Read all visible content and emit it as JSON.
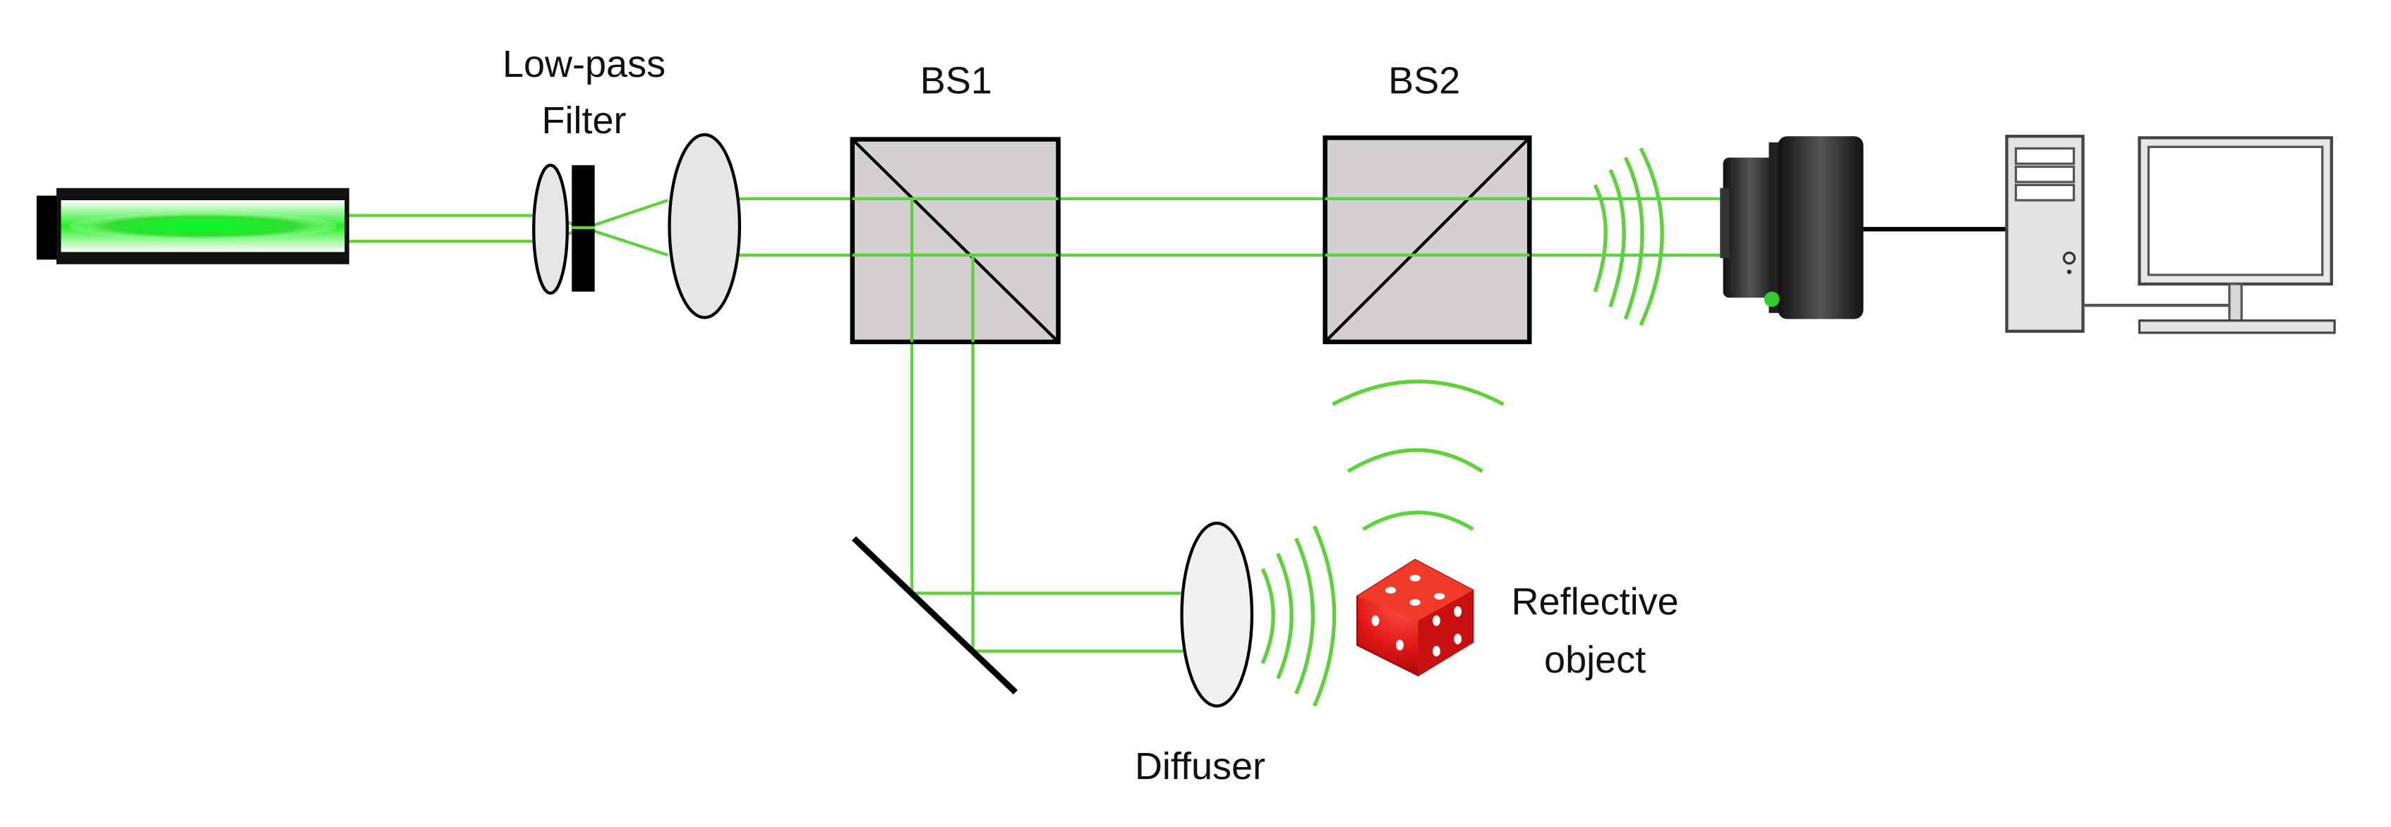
{
  "labels": {
    "lowpass_line1": "Low-pass",
    "lowpass_line2": "Filter",
    "bs1": "BS1",
    "bs2": "BS2",
    "diffuser": "Diffuser",
    "object_line1": "Reflective",
    "object_line2": "object"
  },
  "colors": {
    "beam": "#5fd13c",
    "laser_core": "#22ee22",
    "splitter_fill": "#d4d0d0",
    "lens_fill": "#e6e6e6",
    "dice": "#e01515"
  },
  "icons": {
    "laser": "laser-tube-icon",
    "camera": "camera-icon",
    "computer": "desktop-computer-icon",
    "dice": "dice-icon"
  }
}
